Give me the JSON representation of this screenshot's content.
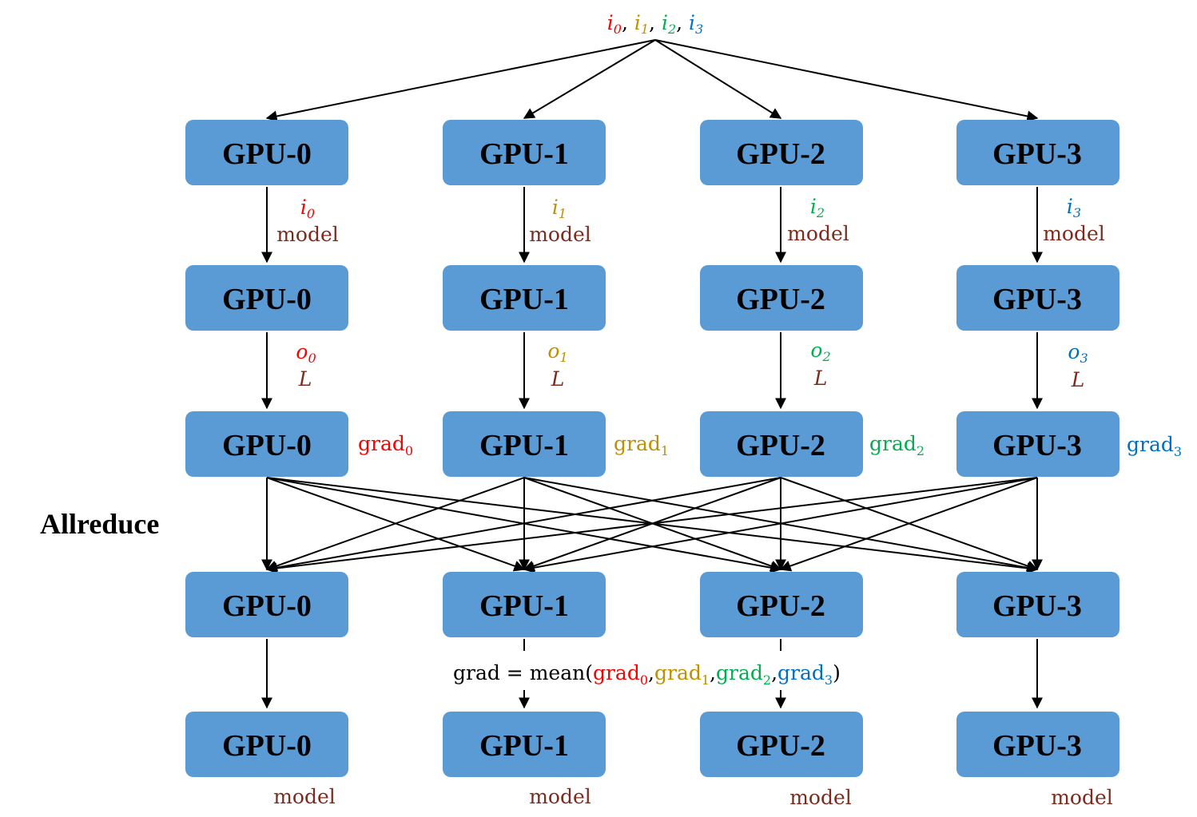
{
  "top_input": [
    {
      "sym": "i",
      "sub": "0",
      "color": "#ff0000"
    },
    {
      "sym": "i",
      "sub": "1",
      "color": "#bf9000"
    },
    {
      "sym": "i",
      "sub": "2",
      "color": "#00b050"
    },
    {
      "sym": "i",
      "sub": "3",
      "color": "#0070c0"
    }
  ],
  "gpu_labels": [
    "GPU-0",
    "GPU-1",
    "GPU-2",
    "GPU-3"
  ],
  "colors": {
    "box": "#5b9bd5",
    "dark_red": "#7b2c1e",
    "gpu0": "#ff0000",
    "gpu1": "#bf9000",
    "gpu2": "#00b050",
    "gpu3": "#0070c0"
  },
  "step1": {
    "inputs": [
      {
        "sym": "i",
        "sub": "0"
      },
      {
        "sym": "i",
        "sub": "1"
      },
      {
        "sym": "i",
        "sub": "2"
      },
      {
        "sym": "i",
        "sub": "3"
      }
    ],
    "model_text": "model"
  },
  "step2": {
    "outputs": [
      {
        "sym": "o",
        "sub": "0"
      },
      {
        "sym": "o",
        "sub": "1"
      },
      {
        "sym": "o",
        "sub": "2"
      },
      {
        "sym": "o",
        "sub": "3"
      }
    ],
    "loss_text": "L"
  },
  "grads": [
    {
      "base": "grad",
      "sub": "0"
    },
    {
      "base": "grad",
      "sub": "1"
    },
    {
      "base": "grad",
      "sub": "2"
    },
    {
      "base": "grad",
      "sub": "3"
    }
  ],
  "allreduce_label": "Allreduce",
  "mean_formula": {
    "prefix": "grad = mean(",
    "terms": [
      {
        "base": "grad",
        "sub": "0"
      },
      {
        "base": "grad",
        "sub": "1"
      },
      {
        "base": "grad",
        "sub": "2"
      },
      {
        "base": "grad",
        "sub": "3"
      }
    ],
    "separator": ",",
    "suffix": ")"
  },
  "bottom_labels": [
    "model",
    "model",
    "model",
    "model"
  ]
}
